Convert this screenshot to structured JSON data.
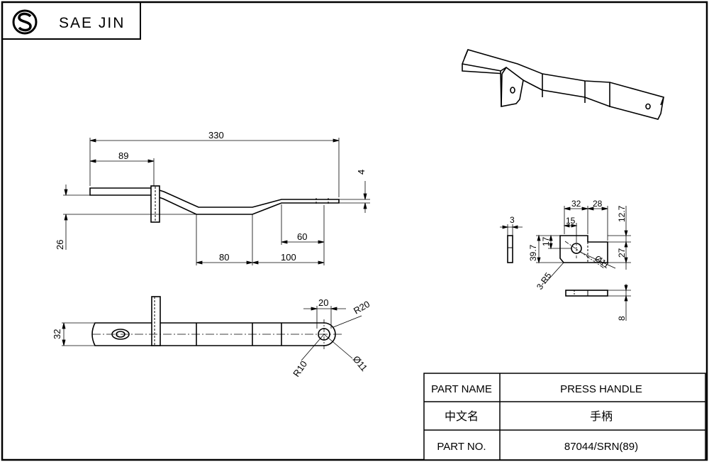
{
  "header": {
    "brand": "SAE JIN"
  },
  "title_block": {
    "rows": [
      {
        "label": "PART NAME",
        "value": "PRESS HANDLE"
      },
      {
        "label": "中文名",
        "value": "手柄"
      },
      {
        "label": "PART NO.",
        "value": "87044/SRN(89)"
      }
    ]
  },
  "front_view": {
    "dims": {
      "overall_length": "330",
      "first_segment": "89",
      "end_thickness": "4",
      "height": "26",
      "bottom_left": "80",
      "bottom_right": "100",
      "end_offset": "60"
    }
  },
  "top_view": {
    "dims": {
      "width": "32",
      "end_width": "20",
      "end_radius": "R20",
      "inner_radius": "R10",
      "hole_diameter": "Ø11"
    }
  },
  "bracket_view": {
    "dims": {
      "thickness": "3",
      "width_a": "32",
      "width_b": "28",
      "inset": "15",
      "top_h": "12.7",
      "total_h": "39.7",
      "mid_h": "17",
      "right_h": "27",
      "corner_radius": "3-R5",
      "hole_diameter": "Ø11",
      "side_h": "8"
    }
  }
}
